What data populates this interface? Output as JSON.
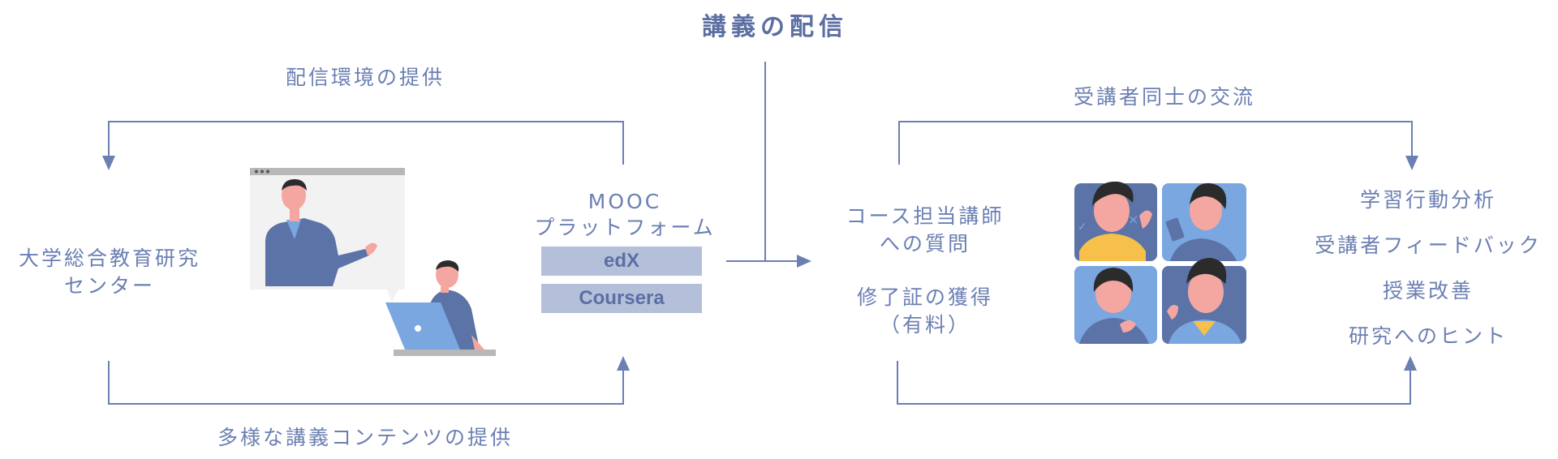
{
  "title": "講義の配信",
  "left": {
    "top_label": "配信環境の提供",
    "bottom_label": "多様な講義コンテンツの提供",
    "center_name": [
      "大学総合教育研究",
      "センター"
    ],
    "platform_heading": [
      "MOOC",
      "プラットフォーム"
    ],
    "platforms": [
      "edX",
      "Coursera"
    ]
  },
  "right": {
    "top_label": "受講者同士の交流",
    "question": [
      "コース担当講師",
      "への質問"
    ],
    "certificate": [
      "修了証の獲得",
      "（有料）"
    ],
    "outcomes": [
      "学習行動分析",
      "受講者フィードバック",
      "授業改善",
      "研究へのヒント"
    ]
  },
  "colors": {
    "line": "#6b7fb3",
    "platform_box": "#b4bfd9",
    "skin": "#f4a7a0",
    "blue": "#7aa7e0",
    "dark_blue": "#5c73a8",
    "yellow": "#f7c04a"
  }
}
